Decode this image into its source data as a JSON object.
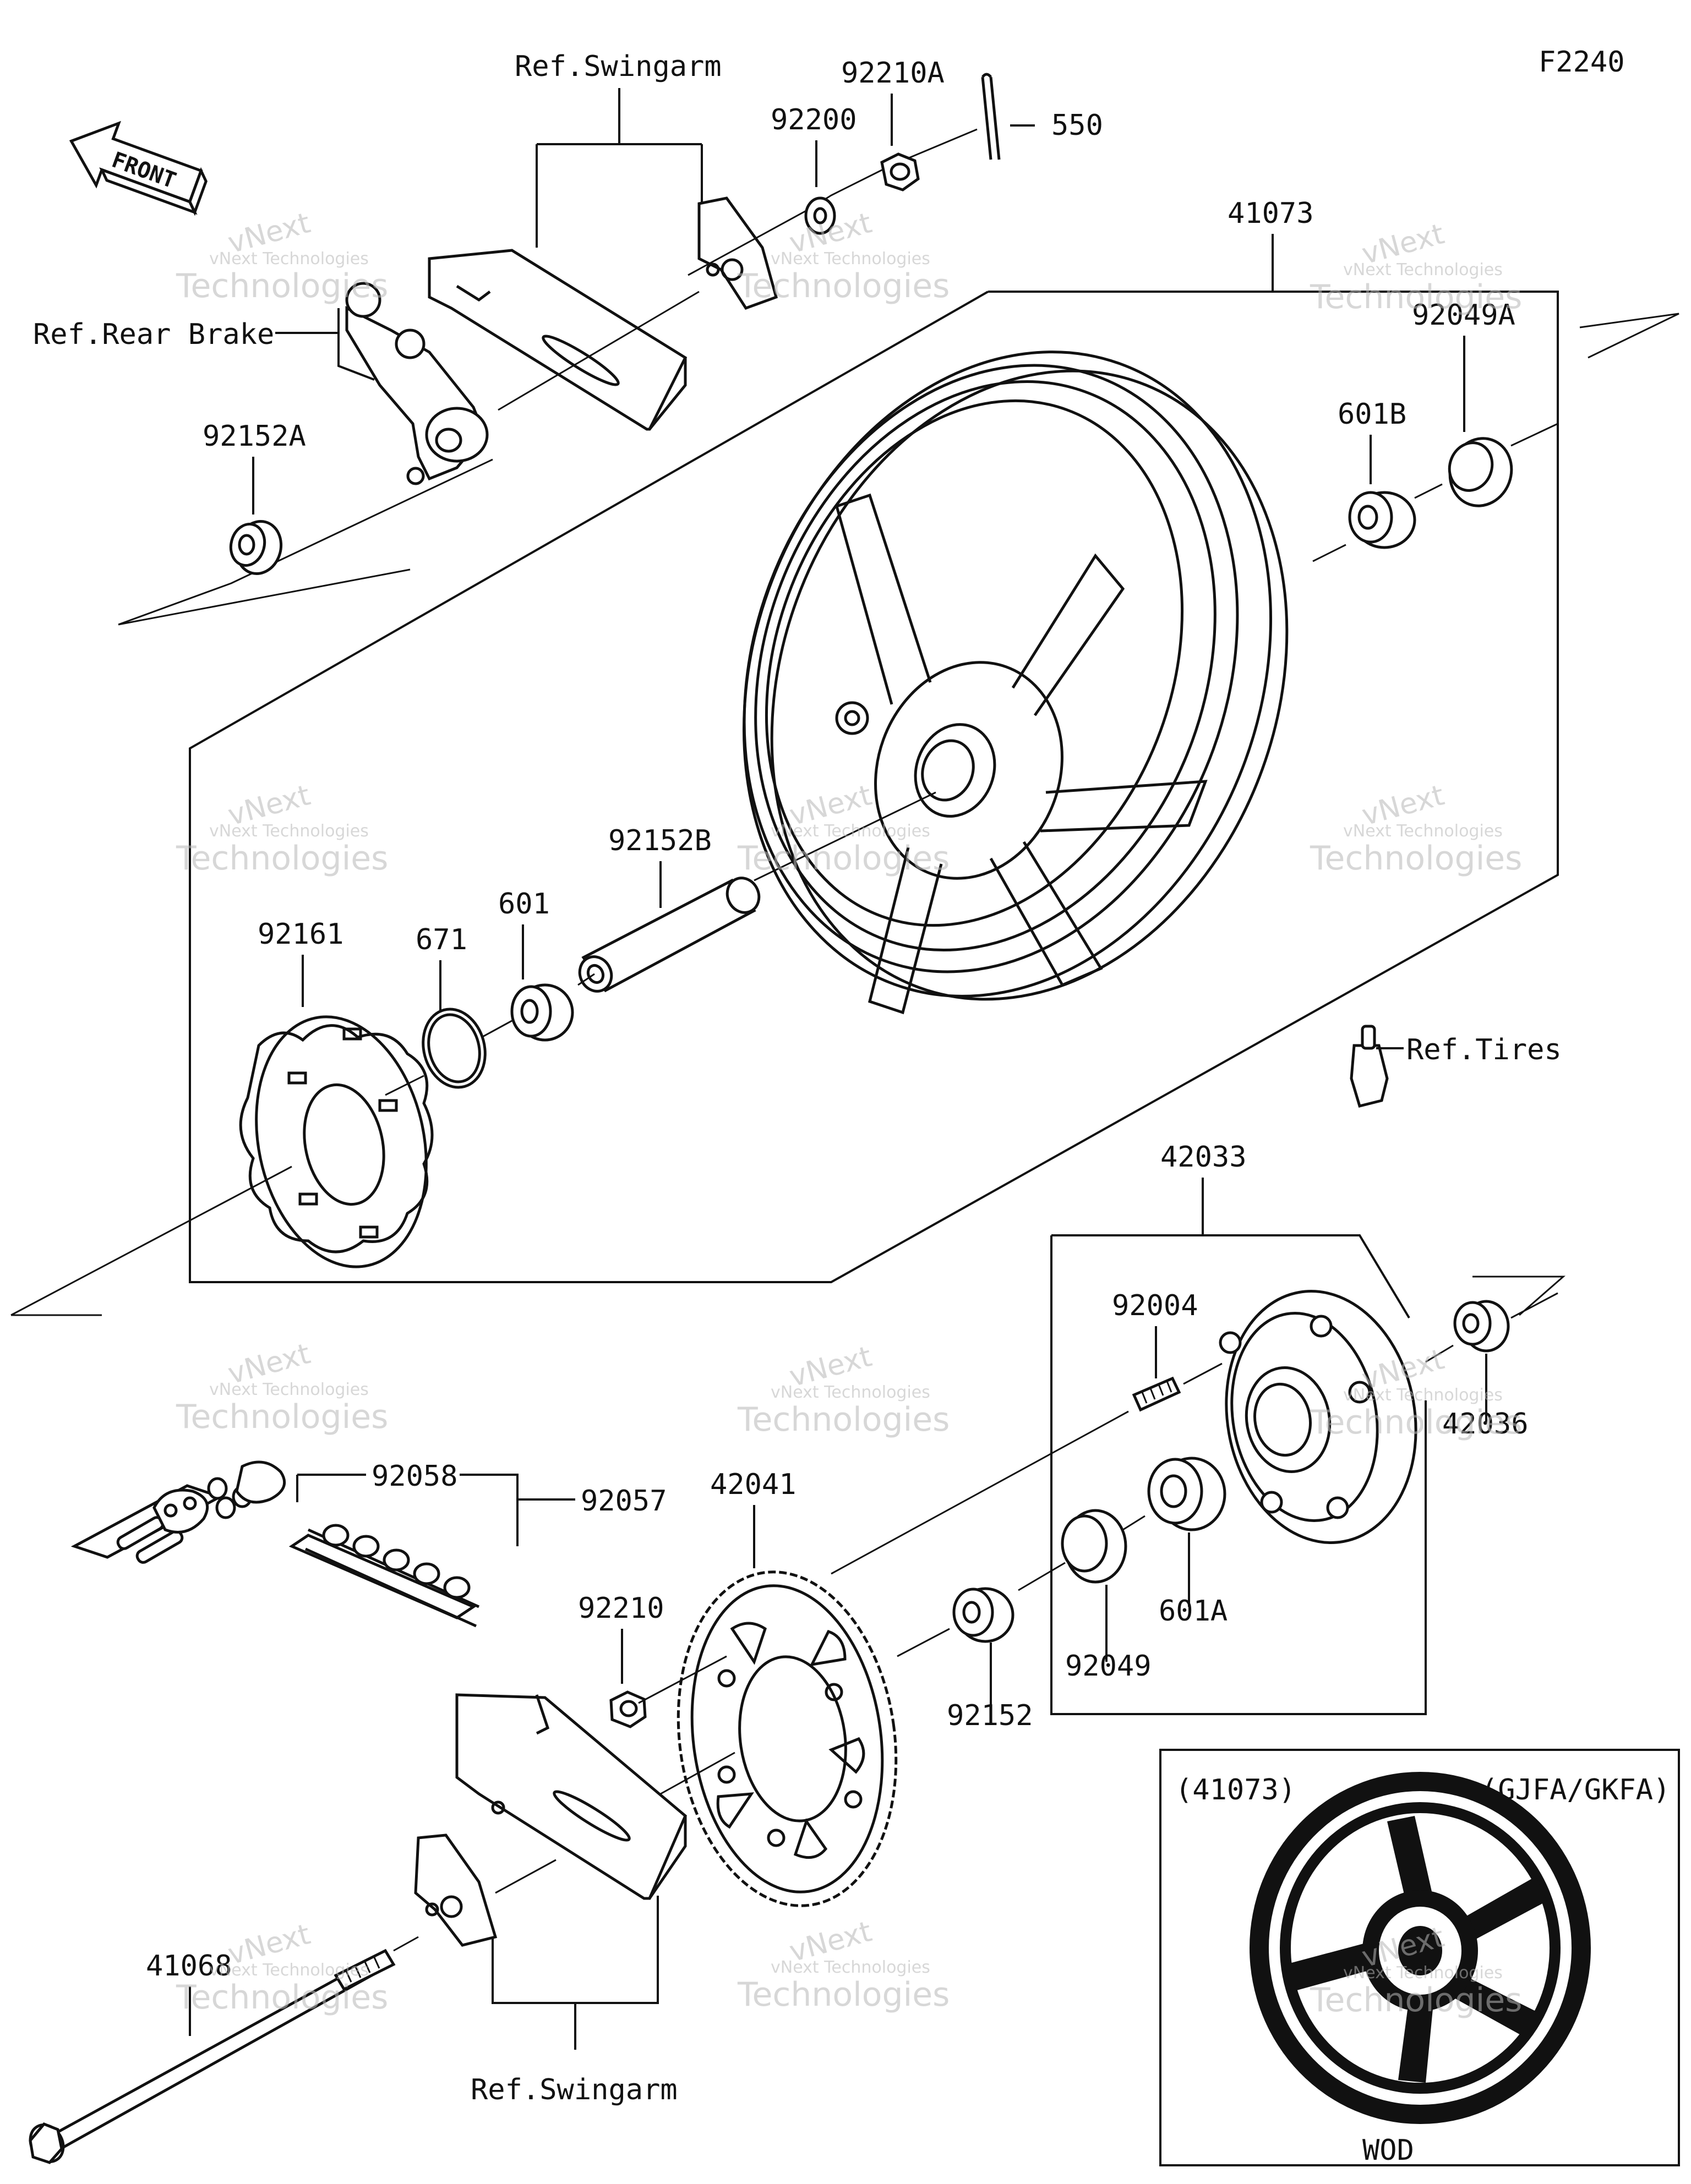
{
  "figure_code": "F2240",
  "front_label": "FRONT",
  "refs": {
    "swingarm_top": "Ref.Swingarm",
    "swingarm_bottom": "Ref.Swingarm",
    "rear_brake": "Ref.Rear Brake",
    "tires": "Ref.Tires"
  },
  "parts": {
    "p92210A": "92210A",
    "p92200": "92200",
    "p550": "550",
    "p41073": "41073",
    "p92049A": "92049A",
    "p601B": "601B",
    "p92152A": "92152A",
    "p92152B": "92152B",
    "p601": "601",
    "p671": "671",
    "p92161": "92161",
    "p42033": "42033",
    "p92004": "92004",
    "p42036": "42036",
    "p92058": "92058",
    "p92057": "92057",
    "p42041": "42041",
    "p92210": "92210",
    "p601A": "601A",
    "p92049": "92049",
    "p92152": "92152",
    "p41068": "41068"
  },
  "inset": {
    "part_ref": "(41073)",
    "models": "(GJFA/GKFA)",
    "caption": "WOD"
  },
  "watermark": {
    "line1": "vNext Technologies",
    "line2": "Technologies",
    "line3": "vNext"
  }
}
